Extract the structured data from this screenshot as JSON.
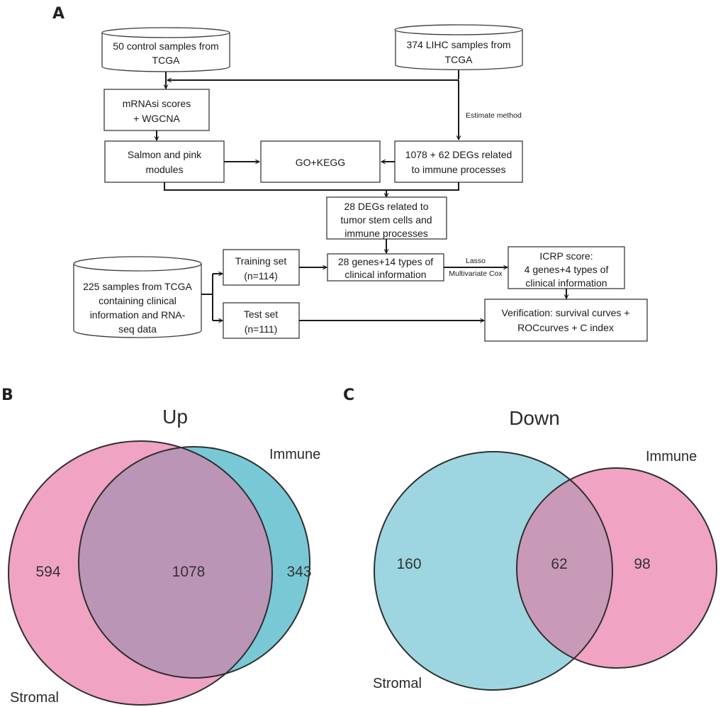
{
  "panels": {
    "a": "A",
    "b": "B",
    "c": "C"
  },
  "flowchart": {
    "db_control": [
      "50 control samples from",
      "TCGA"
    ],
    "db_lihc": [
      "374 LIHC samples from",
      "TCGA"
    ],
    "mrnasi": [
      "mRNAsi scores",
      "+ WGCNA"
    ],
    "estimate_label": "Estimate method",
    "salmon": [
      "Salmon and pink",
      "modules"
    ],
    "gokegg": "GO+KEGG",
    "degs_immune": [
      "1078 + 62 DEGs related",
      "to immune processes"
    ],
    "degs_28": [
      "28 DEGs related to",
      "tumor stem cells and",
      "immune processes"
    ],
    "db_225": [
      "225 samples from TCGA",
      "containing clinical",
      "information and RNA-",
      "seq data"
    ],
    "training": [
      "Training set",
      "(n=114)"
    ],
    "test": [
      "Test set",
      "(n=111)"
    ],
    "genes_clinical": [
      "28 genes+14 types of",
      "clinical information"
    ],
    "lasso_label": "Lasso",
    "cox_label": "Multivariate Cox",
    "icrp": [
      "ICRP score:",
      "4 genes+4 types of",
      "clinical information"
    ],
    "verification": [
      "Verification: survival curves +",
      "ROCcurves + C index"
    ]
  },
  "venn_up": {
    "title": "Up",
    "set_a": "Stromal",
    "set_b": "Immune",
    "only_a": "594",
    "both": "1078",
    "only_b": "343",
    "colors": {
      "a": "#f0a3c2",
      "b": "#79c8d6",
      "overlap": "#bb95b6"
    }
  },
  "venn_down": {
    "title": "Down",
    "set_a": "Stromal",
    "set_b": "Immune",
    "only_a": "160",
    "both": "62",
    "only_b": "98",
    "colors": {
      "a": "#9dd6e1",
      "b": "#f0a3c2",
      "overlap": "#c99ab8"
    }
  }
}
